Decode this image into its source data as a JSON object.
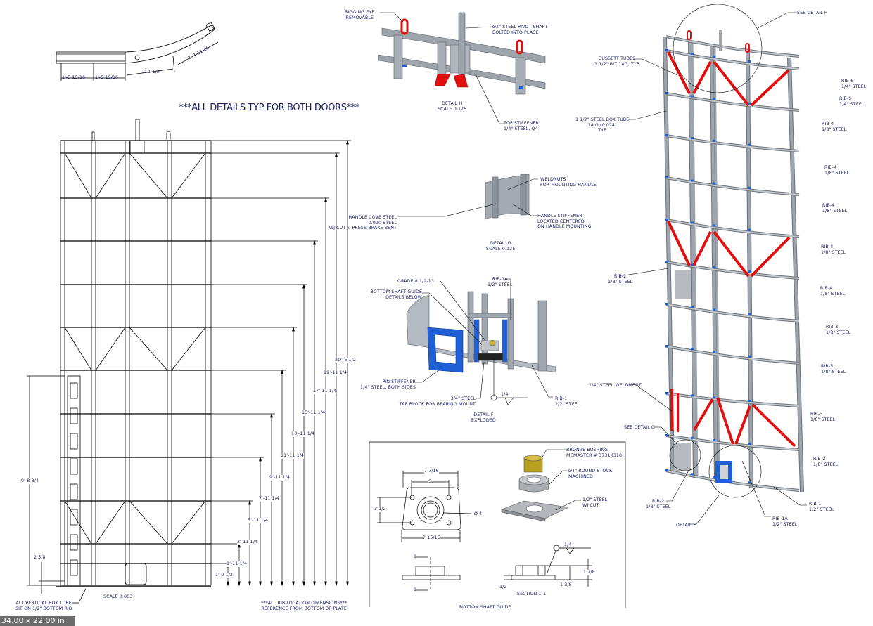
{
  "top_plan": {
    "dim_a": "1'-5 15/16",
    "dim_b": "1'-5 15/16",
    "dim_c": "2'-1 1/2",
    "dim_d": "2'-1 11/16"
  },
  "note_title": "***ALL DETAILS TYP FOR BOTH DOORS***",
  "detail_h": {
    "rigging": "RIGGING EYE\nREMOVABLE",
    "shaft": "Ø2\" STEEL PIVOT SHAFT\nBOLTED INTO PLACE",
    "caption": "DETAIL  H\nSCALE  0.125",
    "stiffener": "TOP STIFFENER\n1/4\" STEEL, Q4"
  },
  "iso_view": {
    "see_h": "SEE DETAIL  H",
    "gusset": "GUSSETT TUBES\n1 1/2\" B/T 14G, TYP",
    "box_tube": "1 1/2\" STEEL BOX TUBE\n14 G (0.074)\nTYP",
    "ribs": [
      "RIB-6\n1/4\" STEEL",
      "RIB-5\n1/4\" STEEL",
      "RIB-4\n1/8\" STEEL",
      "RIB-4\n1/8\" STEEL",
      "RIB-4\n1/8\" STEEL",
      "RIB-4\n1/8\" STEEL",
      "RIB-4\n1/8\" STEEL",
      "RIB-3\n1/8\" STEEL",
      "RIB-3\n1/8\" STEEL",
      "RIB-3\n1/8\" STEEL",
      "RIB-2\n1/8\" STEEL",
      "RIB-1\n1/2\" STEEL",
      "RIB-1A\n1/2\" STEEL",
      "RIB-2\n1/8\" STEEL",
      "RIB-2\n1/8\" STEEL"
    ],
    "weldment": "1/4\" STEEL WELDMENT",
    "see_g": "SEE DETAIL  G",
    "detail_f": "DETAIL  F"
  },
  "detail_g": {
    "weldnuts": "WELDNUTS\nFOR MOUNTING HANDLE",
    "cove": "HANDLE COVE STEEL\n0.090 STEEL\nWJ CUT & PRESS BRAKE BENT",
    "stiffener": "HANDLE STIFFENER\nLOCATED CENTERED\nON HANDLE MOUNTING",
    "caption": "DETAIL  G\nSCALE  0.125"
  },
  "detail_f": {
    "grade": "GRADE 8 1/2-13",
    "rib1a": "RIB-1A\n1/2\" STEEL",
    "guide": "BOTTOM SHAFT GUIDE\nDETAILS BELOW",
    "pin": "PIN STIFFENER\n1/4\" STEEL, BOTH SIDES",
    "tap": "3/4\" STEEL\nTAP BLOCK FOR BEARING MOUNT",
    "rib1": "RIB-1\n1/2\" STEEL",
    "caption": "DETAIL  F\nEXPLODED",
    "weld": "1/4"
  },
  "shaft_guide": {
    "w_top": "7 7/16",
    "holes": "5",
    "height": "3 1/2",
    "dia": "Ø 4",
    "w_bot": "7 15/16",
    "bushing": "BRONZE BUSHING\nMcMASTER # 3731K310",
    "round": "Ø4\" ROUND STOCK\nMACHINED",
    "plate": "1/2\" STEEL\nWJ CUT",
    "sec_a": "1",
    "sec_b": "1",
    "h1": "1 7/8",
    "h2": "1 3/8",
    "t": "1/2",
    "section": "SECTION  1-1",
    "weld": "1/4",
    "caption": "BOTTOM SHAFT GUIDE"
  },
  "elevation": {
    "rib_dims": [
      "2o'-6 1/2",
      "19'-11 1/4",
      "17'-11 1/4",
      "15'-11 1/4",
      "13'-11 1/4",
      "11'-11 1/4",
      "9'-11 1/4",
      "7'-11 1/4",
      "5'-11 1/4",
      "3'-11 1/4",
      "1'-11 1/4",
      "1'-0 1/2"
    ],
    "dim_left": "9'-8 3/4",
    "dim_small": "2 5/8",
    "scale": "SCALE  0.063",
    "note_tube": "ALL VERTICAL BOX TUBE\nSIT ON 1/2\" BOTTOM RIB",
    "note_ribs": "***ALL RIB LOCATION DIMENSIONS***\nREFERENCE FROM BOTTOM OF PLATE"
  },
  "status": {
    "sheet_size": "34.00 x 22.00 in"
  },
  "colors": {
    "text": "#1c2060",
    "steel": "#9ea4ac",
    "gusset": "#e01010",
    "stiffener": "#1f5fd6",
    "bushing": "#b8a020"
  }
}
